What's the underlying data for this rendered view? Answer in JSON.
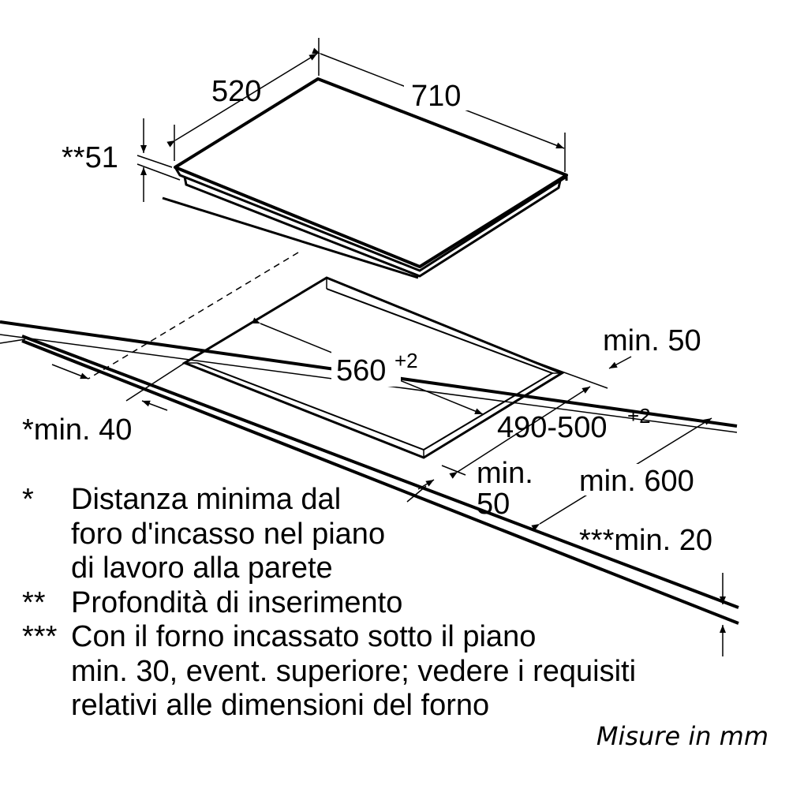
{
  "dimensions": {
    "hob_depth": "520",
    "hob_width": "710",
    "insertion_depth": "**51",
    "cutout_width": "560",
    "cutout_width_tol": "+2",
    "cutout_depth": "490-500",
    "cutout_depth_tol": "+2",
    "back_clearance": "min. 50",
    "side_wall_distance": "*min. 40",
    "front_clearance_line1": "min.",
    "front_clearance_line2": "50",
    "worktop_depth": "min. 600",
    "worktop_thickness": "***min. 20"
  },
  "legend": [
    {
      "mark": "*",
      "lines": [
        "Distanza minima dal",
        "foro d'incasso nel piano",
        "di lavoro alla parete"
      ]
    },
    {
      "mark": "**",
      "lines": [
        "Profondità di inserimento"
      ]
    },
    {
      "mark": "***",
      "lines": [
        "Con il forno incassato sotto il piano",
        "min. 30, event. superiore; vedere i requisiti",
        "relativi alle dimensioni del forno"
      ]
    }
  ],
  "units_note": "Misure in mm"
}
